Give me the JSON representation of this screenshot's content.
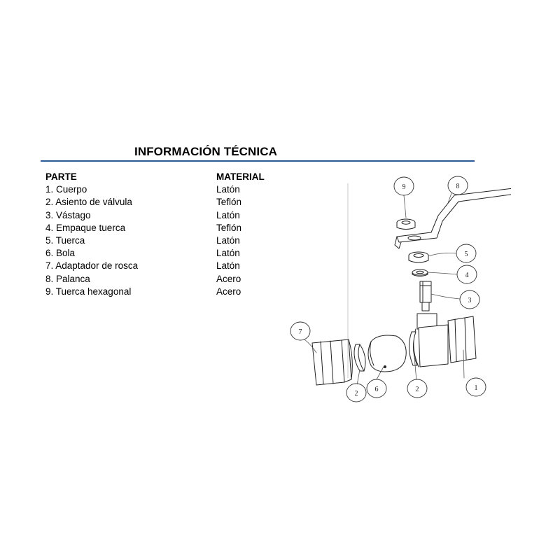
{
  "title": "INFORMACIÓN TÉCNICA",
  "table": {
    "headers": {
      "part": "PARTE",
      "material": "MATERIAL"
    },
    "rows": [
      {
        "part": "1. Cuerpo",
        "material": "Latón"
      },
      {
        "part": "2. Asiento de válvula",
        "material": "Teflón"
      },
      {
        "part": "3. Vástago",
        "material": "Latón"
      },
      {
        "part": "4. Empaque tuerca",
        "material": "Teflón"
      },
      {
        "part": "5. Tuerca",
        "material": "Latón"
      },
      {
        "part": "6. Bola",
        "material": "Latón"
      },
      {
        "part": "7. Adaptador de rosca",
        "material": "Latón"
      },
      {
        "part": "8. Palanca",
        "material": "Acero"
      },
      {
        "part": "9. Tuerca hexagonal",
        "material": "Acero"
      }
    ]
  },
  "diagram": {
    "callouts": {
      "c1": "1",
      "c2a": "2",
      "c2b": "2",
      "c3": "3",
      "c4": "4",
      "c5": "5",
      "c6": "6",
      "c7": "7",
      "c8": "8",
      "c9": "9"
    }
  },
  "colors": {
    "rule": "#2a5a97",
    "ink": "#000000"
  }
}
